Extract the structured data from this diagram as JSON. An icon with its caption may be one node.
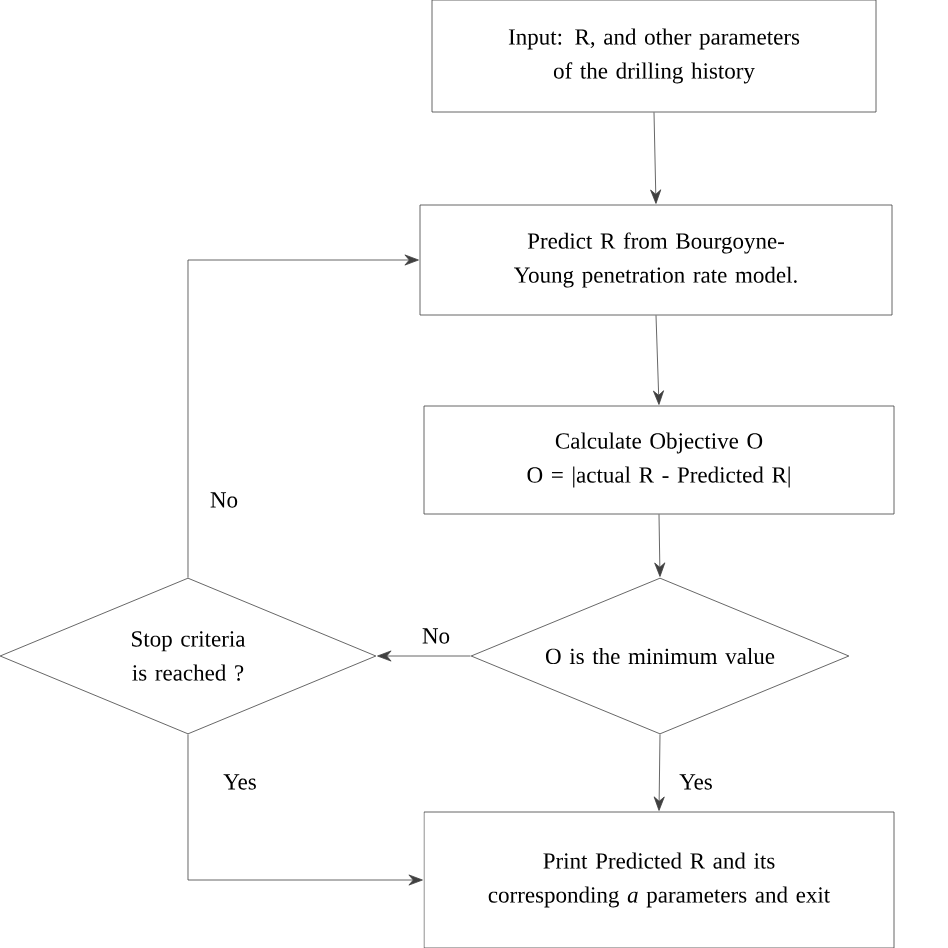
{
  "diagram": {
    "nodes": [
      {
        "text": [
          "Input:  R, and other parameters of the  drilling history"
        ]
      },
      {
        "text": [
          "Predict R from Bourgoyne-Young penetration rate model."
        ]
      },
      {
        "text": [
          "Calculate Objective O",
          "O = |actual R - Predicted R|"
        ]
      },
      {
        "text": [
          "O is the minimum value"
        ]
      },
      {
        "text": [
          "Stop criteria is reached ?"
        ]
      },
      {
        "text": [
          "Print Predicted R and its corresponding *a* parameters and exit"
        ]
      }
    ],
    "edges": [
      {
        "from": 0,
        "to": 1,
        "arrow": "to"
      },
      {
        "from": 1,
        "to": 2,
        "arrow": "to"
      },
      {
        "from": 2,
        "to": 3,
        "arrow": "to"
      },
      {
        "from": 3,
        "to": 4,
        "arrow": "to",
        "label": "No"
      },
      {
        "from": 3,
        "to": 5,
        "arrow": "to",
        "label": "Yes"
      },
      {
        "from": 4,
        "to": 1,
        "arrow": "to",
        "label": "No"
      },
      {
        "from": 4,
        "to": 5,
        "arrow": "to",
        "label": "Yes"
      }
    ]
  }
}
